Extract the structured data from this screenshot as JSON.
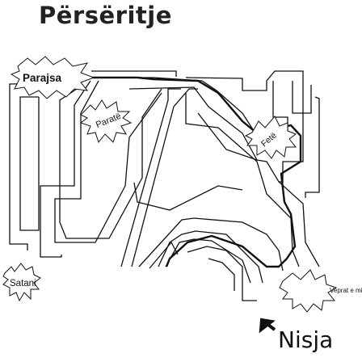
{
  "title": "Përsëritje",
  "start_label": "Nisja",
  "nodes": {
    "parajsa": "Parajsa",
    "parate": "Paratë",
    "satani": "Satani",
    "fete": "Fetë",
    "veprat": "Veprat e mira"
  },
  "colors": {
    "stroke": "#111111",
    "background": "#ffffff"
  }
}
